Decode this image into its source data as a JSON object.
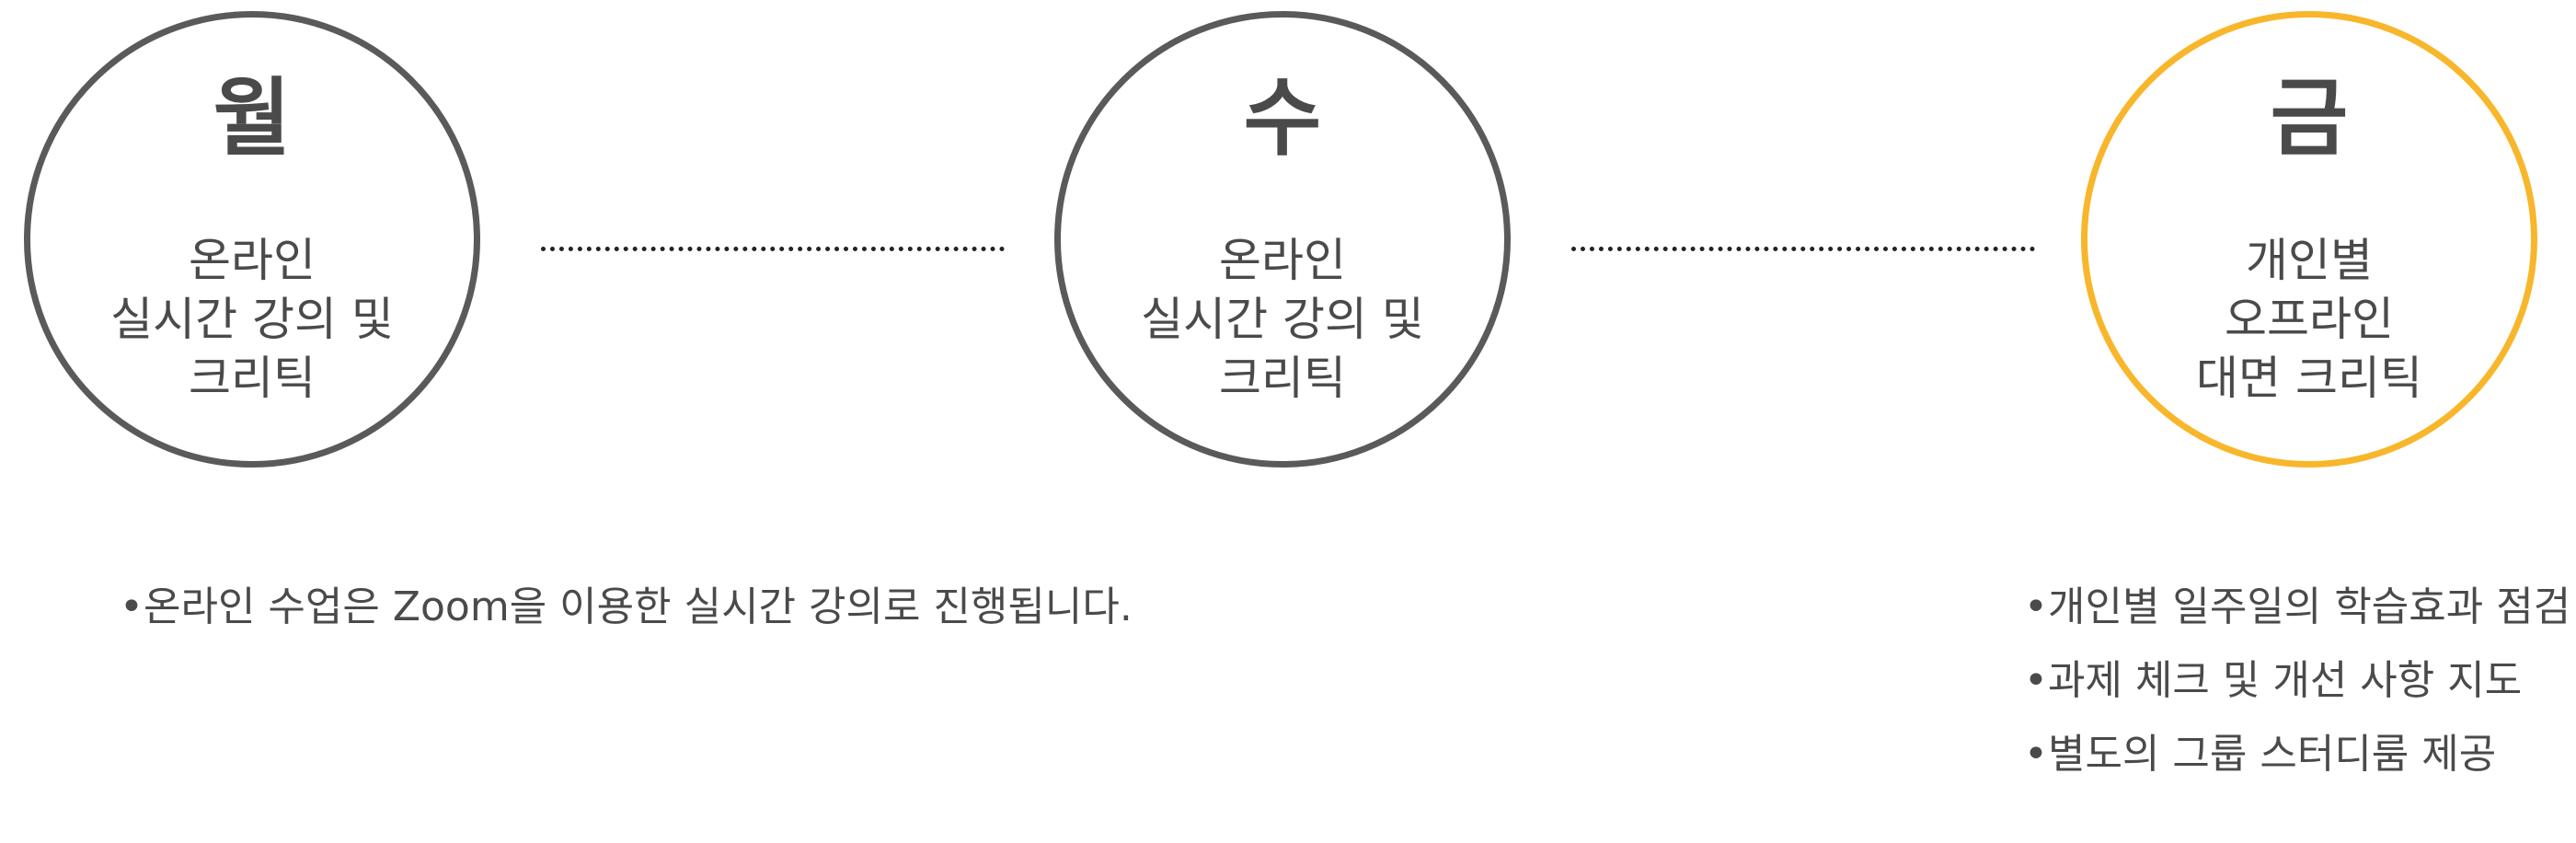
{
  "accent_color": "#f8b62b",
  "circle_color": "#5a5a5a",
  "schedule": [
    {
      "day": "월",
      "lines": [
        "온라인",
        "실시간 강의 및",
        "크리틱"
      ],
      "highlight": false
    },
    {
      "day": "수",
      "lines": [
        "온라인",
        "실시간 강의 및",
        "크리틱"
      ],
      "highlight": false
    },
    {
      "day": "금",
      "lines": [
        "개인별",
        "오프라인",
        "대면 크리틱"
      ],
      "highlight": true
    }
  ],
  "bullet_symbol": "•",
  "notes_left": [
    "온라인 수업은 Zoom을 이용한 실시간 강의로 진행됩니다."
  ],
  "notes_right": [
    "개인별 일주일의 학습효과 점검",
    "과제 체크 및 개선 사항 지도",
    "별도의 그룹 스터디룸 제공"
  ]
}
